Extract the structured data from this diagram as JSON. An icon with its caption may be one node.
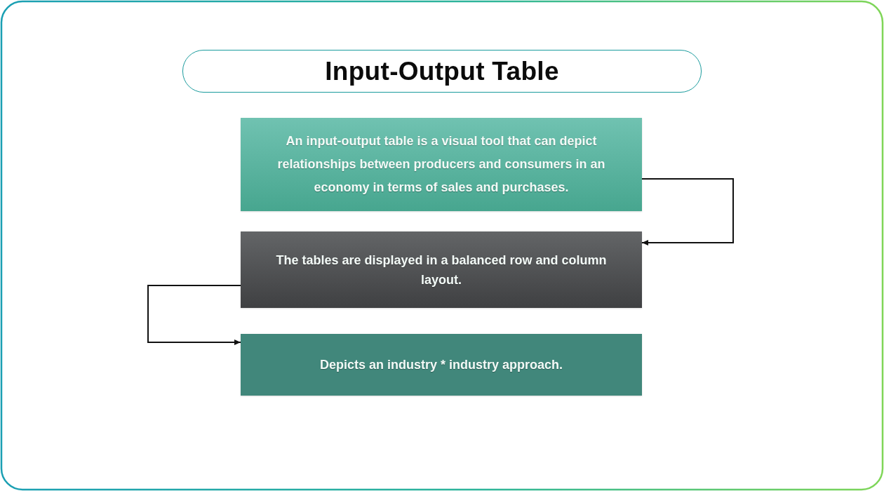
{
  "diagram": {
    "title": "Input-Output Table",
    "nodes": [
      {
        "text": [
          "An input-output table is a visual tool that can depict relationships between producers and consumers in an economy in terms of sales and purchases."
        ]
      },
      {
        "text": [
          "The tables are displayed in a balanced row and column layout."
        ]
      },
      {
        "text": [
          "Depicts an industry * industry approach."
        ]
      }
    ],
    "edges": [
      {
        "from": 0,
        "to": 1,
        "arrow": "to"
      },
      {
        "from": 1,
        "to": 2,
        "arrow": "to"
      }
    ]
  }
}
